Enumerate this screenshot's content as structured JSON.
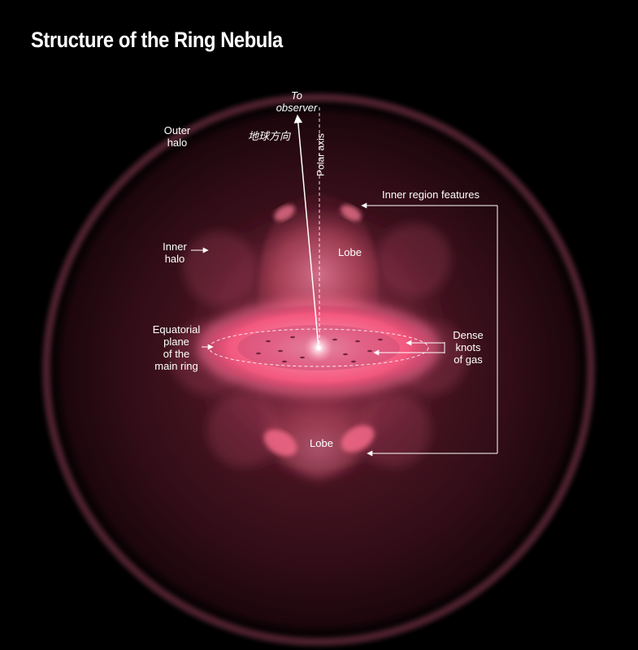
{
  "title": "Structure of the Ring Nebula",
  "labels": {
    "to_observer_line1": "To",
    "to_observer_line2": "observer",
    "earth_direction": "地球方向",
    "polar_axis": "Polar axis",
    "outer_halo_line1": "Outer",
    "outer_halo_line2": "halo",
    "inner_halo_line1": "Inner",
    "inner_halo_line2": "halo",
    "inner_region_features": "Inner region features",
    "lobe_top": "Lobe",
    "lobe_bottom": "Lobe",
    "equatorial_line1": "Equatorial",
    "equatorial_line2": "plane",
    "equatorial_line3": "of the",
    "equatorial_line4": "main ring",
    "dense_line1": "Dense",
    "dense_line2": "knots",
    "dense_line3": "of gas"
  },
  "colors": {
    "background": "#000000",
    "halo": "#5a1a2a",
    "ring_glow": "#ff6f95",
    "lobe": "#e8607a",
    "label": "#ffffff"
  }
}
